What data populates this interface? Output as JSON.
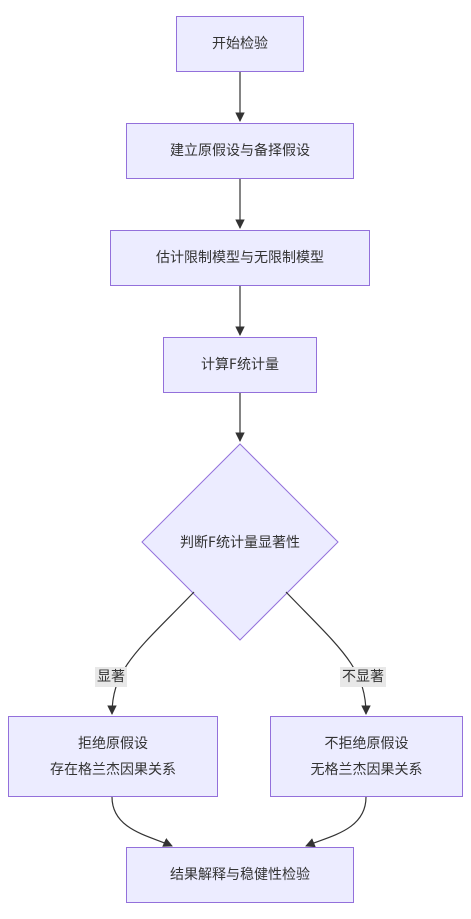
{
  "flowchart": {
    "start": "开始检验",
    "hypotheses": "建立原假设与备择假设",
    "estimate": "估计限制模型与无限制模型",
    "compute": "计算F统计量",
    "decision": "判断F统计量显著性",
    "reject": {
      "line1": "拒绝原假设",
      "line2": "存在格兰杰因果关系"
    },
    "accept": {
      "line1": "不拒绝原假设",
      "line2": "无格兰杰因果关系"
    },
    "result": "结果解释与稳健性检验",
    "edge_significant": "显著",
    "edge_not_significant": "不显著"
  },
  "colors": {
    "node_fill": "#ececff",
    "node_border": "#9370db",
    "edge": "#333333",
    "edge_label_bg": "#e8e8e8"
  }
}
